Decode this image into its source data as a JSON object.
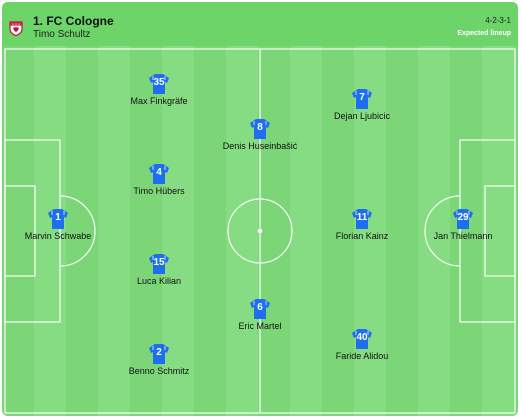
{
  "header": {
    "team_name": "1. FC Cologne",
    "coach": "Timo Schultz",
    "formation": "4-2-3-1",
    "lineup_type": "Expected lineup",
    "crest_icon": "fc-cologne-crest-icon"
  },
  "colors": {
    "pitch_light": "#86dc82",
    "pitch_dark": "#7cd678",
    "header_bg": "#6cd468",
    "shirt": "#1e6ff0",
    "lines": "#ffffff"
  },
  "players": [
    {
      "number": "1",
      "name": "Marvin Schwabe"
    },
    {
      "number": "35",
      "name": "Max Finkgräfe"
    },
    {
      "number": "4",
      "name": "Timo Hübers"
    },
    {
      "number": "15",
      "name": "Luca Kilian"
    },
    {
      "number": "2",
      "name": "Benno Schmitz"
    },
    {
      "number": "8",
      "name": "Denis Huseinbašić"
    },
    {
      "number": "6",
      "name": "Eric Martel"
    },
    {
      "number": "7",
      "name": "Dejan Ljubicic"
    },
    {
      "number": "11",
      "name": "Florian Kainz"
    },
    {
      "number": "40",
      "name": "Faride Alidou"
    },
    {
      "number": "29",
      "name": "Jan Thielmann"
    }
  ]
}
